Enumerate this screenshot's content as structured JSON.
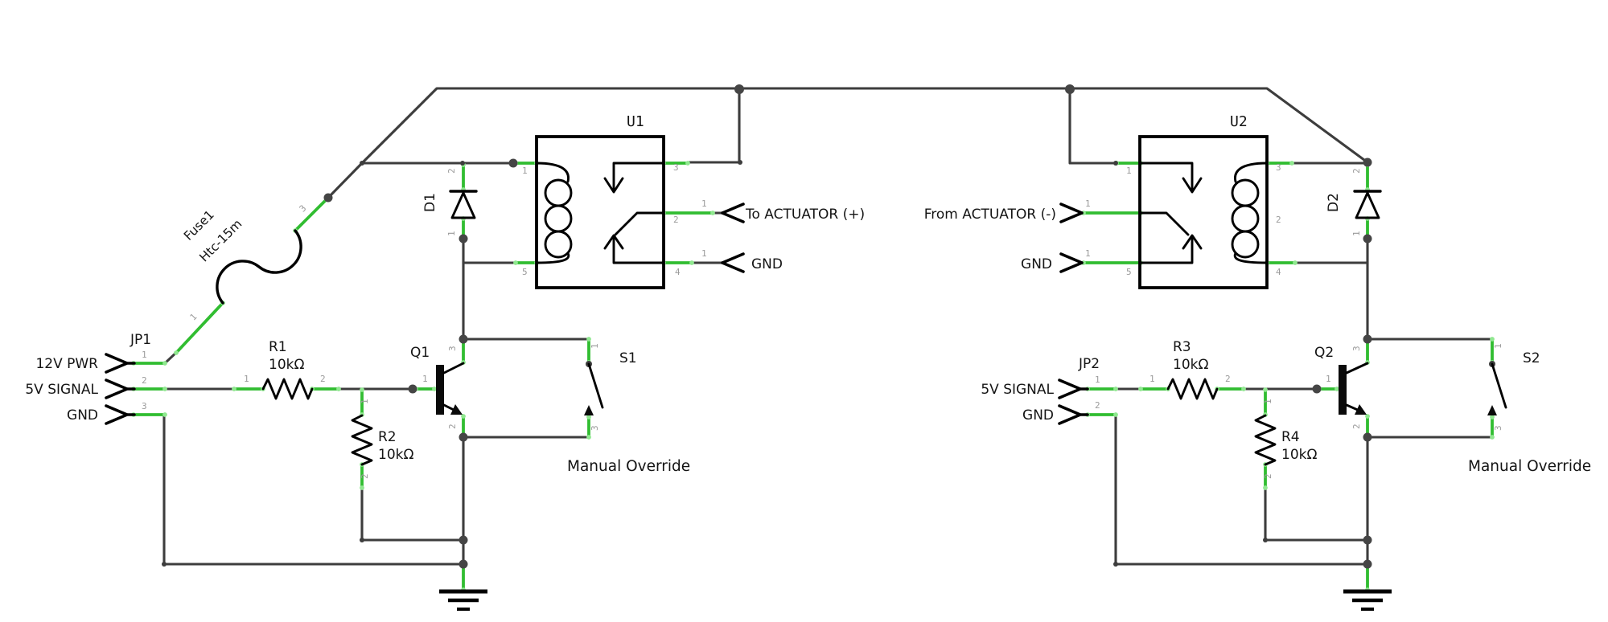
{
  "colors": {
    "wire": "#3d3d3d",
    "highlight_trace": "#31bd31",
    "trace_tip": "#90e890",
    "symbol": "#000000",
    "pin_label": "#9b9b9b",
    "junction": "#454545",
    "background": "#ffffff"
  },
  "left_circuit": {
    "connector_jp1": {
      "ref": "JP1",
      "pins": [
        "1",
        "2",
        "3"
      ],
      "nets": [
        "12V PWR",
        "5V SIGNAL",
        "GND"
      ]
    },
    "fuse1": {
      "ref": "Fuse1",
      "value": "Htc-15m",
      "wire_labels": [
        "1",
        "3"
      ]
    },
    "r1": {
      "ref": "R1",
      "value": "10kΩ",
      "pins": [
        "1",
        "2"
      ]
    },
    "r2": {
      "ref": "R2",
      "value": "10kΩ",
      "pins": [
        "1",
        "2"
      ]
    },
    "q1": {
      "ref": "Q1",
      "pins": [
        "1",
        "2",
        "3"
      ]
    },
    "d1": {
      "ref": "D1",
      "pins": [
        "2",
        "1"
      ]
    },
    "u1": {
      "ref": "U1",
      "pins": [
        "1",
        "5",
        "3",
        "2",
        "4"
      ]
    },
    "s1": {
      "ref": "S1",
      "pins": [
        "1",
        "3"
      ],
      "caption": "Manual Override"
    },
    "io": {
      "actuator": "To ACTUATOR (+)",
      "actuator_pin": "1",
      "gnd": "GND",
      "gnd_pin": "1"
    }
  },
  "right_circuit": {
    "connector_jp2": {
      "ref": "JP2",
      "pins": [
        "1",
        "2"
      ],
      "nets": [
        "5V SIGNAL",
        "GND"
      ]
    },
    "r3": {
      "ref": "R3",
      "value": "10kΩ",
      "pins": [
        "1",
        "2"
      ]
    },
    "r4": {
      "ref": "R4",
      "value": "10kΩ",
      "pins": [
        "1",
        "2"
      ]
    },
    "q2": {
      "ref": "Q2",
      "pins": [
        "1",
        "2",
        "3"
      ]
    },
    "d2": {
      "ref": "D2",
      "pins": [
        "2",
        "1"
      ]
    },
    "u2": {
      "ref": "U2",
      "pins": [
        "1",
        "5",
        "3",
        "2",
        "4"
      ]
    },
    "s2": {
      "ref": "S2",
      "pins": [
        "1",
        "3"
      ],
      "caption": "Manual Override"
    },
    "io": {
      "actuator": "From ACTUATOR (-)",
      "actuator_pin": "1",
      "gnd": "GND",
      "gnd_pin": "1"
    }
  }
}
